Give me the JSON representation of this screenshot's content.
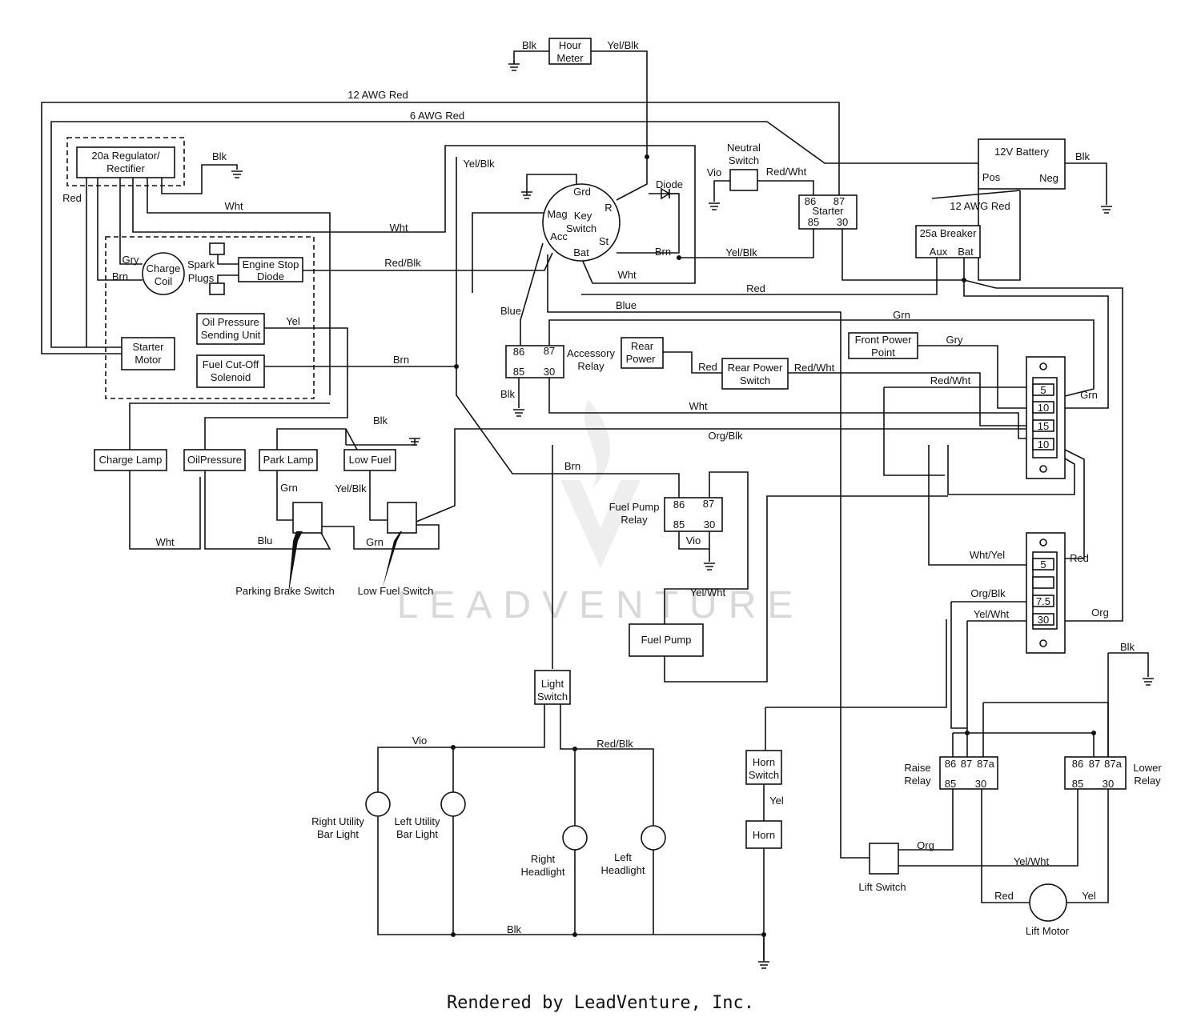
{
  "components": {
    "hour_meter": [
      "Hour",
      "Meter"
    ],
    "regulator": [
      "20a Regulator/",
      "Rectifier"
    ],
    "charge_coil": [
      "Charge",
      "Coil"
    ],
    "spark_plugs": [
      "Spark",
      "Plugs"
    ],
    "engine_stop_diode": [
      "Engine Stop",
      "Diode"
    ],
    "oil_pressure_sending": [
      "Oil Pressure",
      "Sending Unit"
    ],
    "starter_motor": [
      "Starter",
      "Motor"
    ],
    "fuel_cutoff": [
      "Fuel Cut-Off",
      "Solenoid"
    ],
    "key_switch": [
      "Key",
      "Switch"
    ],
    "key_terminals": {
      "grd": "Grd",
      "mag": "Mag",
      "acc": "Acc",
      "r": "R",
      "st": "St",
      "bat": "Bat"
    },
    "diode": "Diode",
    "neutral_switch": [
      "Neutral",
      "Switch"
    ],
    "starter_relay": {
      "t86": "86",
      "t87": "87",
      "name": "Starter",
      "t85": "85",
      "t30": "30"
    },
    "battery": {
      "name": "12V Battery",
      "pos": "Pos",
      "neg": "Neg"
    },
    "breaker": {
      "name": "25a Breaker",
      "aux": "Aux",
      "bat": "Bat"
    },
    "accessory_relay": {
      "t86": "86",
      "t87": "87",
      "t85": "85",
      "t30": "30",
      "name": [
        "Accessory",
        "Relay"
      ]
    },
    "rear_power": [
      "Rear",
      "Power"
    ],
    "rear_power_switch": [
      "Rear Power",
      "Switch"
    ],
    "front_power_point": [
      "Front Power",
      "Point"
    ],
    "fuse_block_1": [
      "5",
      "10",
      "15",
      "10"
    ],
    "fuse_block_2": [
      "5",
      "",
      "7.5",
      "30"
    ],
    "charge_lamp": "Charge Lamp",
    "oil_pressure_lamp": "OilPressure",
    "park_lamp": "Park Lamp",
    "low_fuel": "Low Fuel",
    "parking_brake_switch": "Parking Brake Switch",
    "low_fuel_switch": "Low Fuel Switch",
    "fuel_pump_relay": {
      "name": [
        "Fuel Pump",
        "Relay"
      ],
      "t86": "86",
      "t87": "87",
      "t85": "85",
      "t30": "30"
    },
    "fuel_pump": "Fuel Pump",
    "light_switch": [
      "Light",
      "Switch"
    ],
    "right_utility_light": [
      "Right Utility",
      "Bar Light"
    ],
    "left_utility_light": [
      "Left Utility",
      "Bar Light"
    ],
    "right_headlight": [
      "Right",
      "Headlight"
    ],
    "left_headlight": [
      "Left",
      "Headlight"
    ],
    "horn_switch": [
      "Horn",
      "Switch"
    ],
    "horn": "Horn",
    "raise_relay": {
      "name": [
        "Raise",
        "Relay"
      ],
      "t86": "86",
      "t87": "87",
      "t87a": "87a",
      "t85": "85",
      "t30": "30"
    },
    "lower_relay": {
      "name": [
        "Lower",
        "Relay"
      ],
      "t86": "86",
      "t87": "87",
      "t87a": "87a",
      "t85": "85",
      "t30": "30"
    },
    "lift_switch": "Lift Switch",
    "lift_motor": "Lift Motor"
  },
  "wire_labels": {
    "blk_hour": "Blk",
    "yelblk_hour": "Yel/Blk",
    "awg12_red_top": "12 AWG Red",
    "awg6_red": "6 AWG Red",
    "blk_reg": "Blk",
    "red_reg": "Red",
    "wht_reg": "Wht",
    "wht_key": "Wht",
    "yelblk_key": "Yel/Blk",
    "gry_coil": "Gry",
    "brn_coil": "Brn",
    "redblk_diode": "Red/Blk",
    "yel_oil": "Yel",
    "brn_fuel": "Brn",
    "vio_neutral": "Vio",
    "redwht_neutral": "Red/Wht",
    "blk_battery": "Blk",
    "awg12_red_batt": "12 AWG Red",
    "brn_diode": "Brn",
    "yelblk_starter": "Yel/Blk",
    "wht_bat": "Wht",
    "red_breaker": "Red",
    "blue_key": "Blue",
    "blue_acc": "Blue",
    "grn_fuse": "Grn",
    "gry_front": "Gry",
    "blk_acc": "Blk",
    "red_rear": "Red",
    "redwht_rear": "Red/Wht",
    "redwht_fuse": "Red/Wht",
    "grn_fuse_side": "Grn",
    "wht_acc30": "Wht",
    "blk_lowfuel": "Blk",
    "orgblk_top": "Org/Blk",
    "brn_pump": "Brn",
    "grn_park": "Grn",
    "yelblk_lowfuel": "Yel/Blk",
    "wht_charge": "Wht",
    "blu_park": "Blu",
    "grn_lowfuel": "Grn",
    "vio_pump": "Vio",
    "yelwht_pump": "Yel/Wht",
    "whtyel_fuse": "Wht/Yel",
    "red_fuse2": "Red",
    "orgblk_fuse2": "Org/Blk",
    "yelwht_fuse2": "Yel/Wht",
    "org_fuse2": "Org",
    "blk_lower": "Blk",
    "vio_lights": "Vio",
    "redblk_lights": "Red/Blk",
    "yel_horn": "Yel",
    "org_lift": "Org",
    "yelwht_lift": "Yel/Wht",
    "red_motor": "Red",
    "yel_motor": "Yel",
    "blk_bottom": "Blk"
  },
  "watermark": "LEADVENTURE",
  "footer": "Rendered by LeadVenture, Inc."
}
